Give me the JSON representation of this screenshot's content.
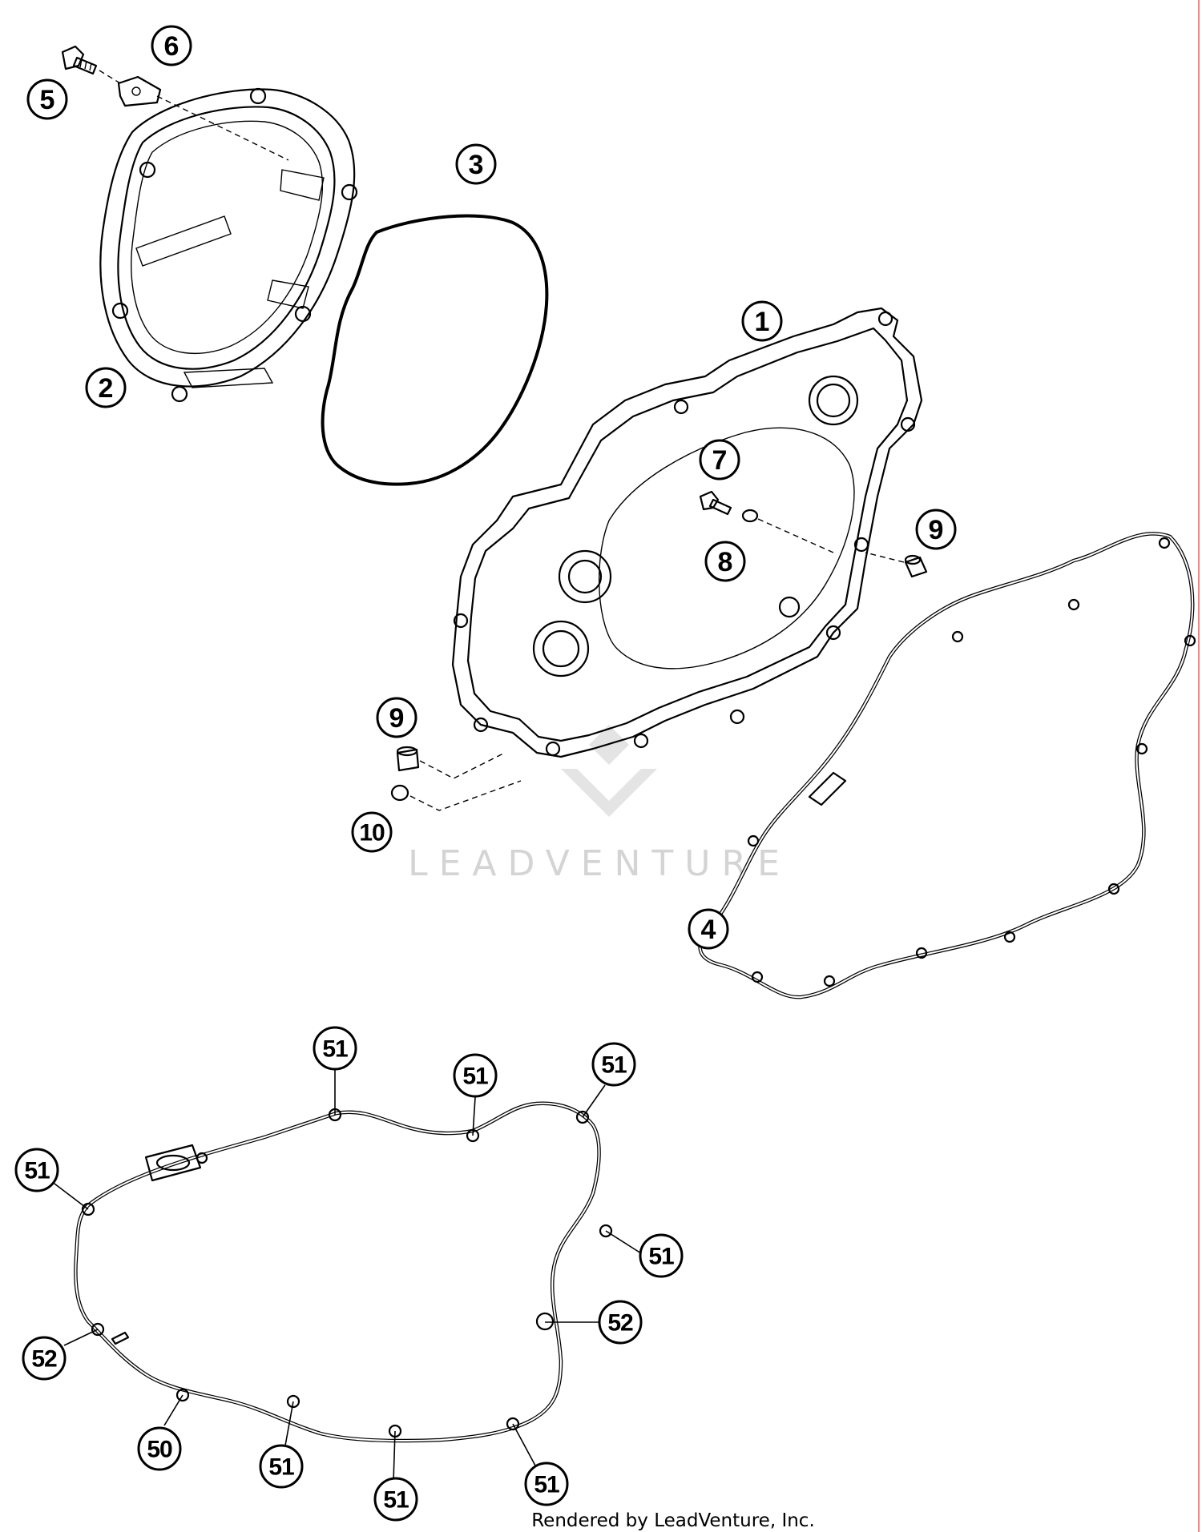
{
  "callouts": {
    "c1": "1",
    "c2": "2",
    "c3": "3",
    "c4": "4",
    "c5": "5",
    "c6": "6",
    "c7": "7",
    "c8": "8",
    "c9a": "9",
    "c9b": "9",
    "c10": "10"
  },
  "gasket_callouts": {
    "top_left": "51",
    "top_mid": "51",
    "top_right": "51",
    "left_upper": "51",
    "right_upper": "51",
    "right_mid": "52",
    "left_lower": "52",
    "bottom_1": "50",
    "bottom_2": "51",
    "bottom_3": "51",
    "bottom_4": "51"
  },
  "watermark": "LEADVENTURE",
  "footer": "Rendered by LeadVenture, Inc.",
  "colors": {
    "line": "#000000",
    "watermark": "#d4d4d4",
    "background": "#ffffff",
    "edge": "#e06060"
  }
}
